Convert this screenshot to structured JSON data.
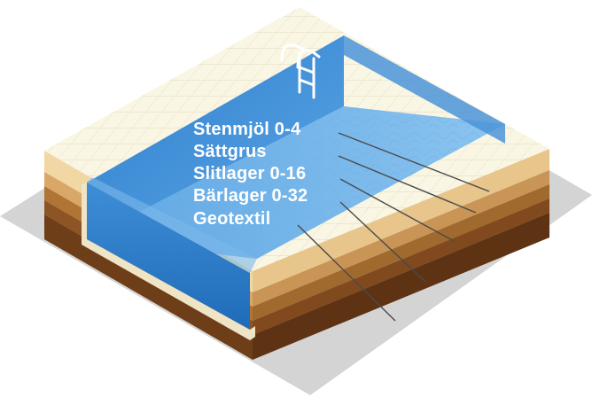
{
  "diagram": {
    "layers": [
      {
        "label": "Stenmjöl 0-4",
        "color": "#f1d7a4"
      },
      {
        "label": "Sättgrus",
        "color": "#d9a868"
      },
      {
        "label": "Slitlager 0-16",
        "color": "#b07434"
      },
      {
        "label": "Bärlager 0-32",
        "color": "#8e5524"
      },
      {
        "label": "Geotextil",
        "color": "#6e3e18"
      }
    ],
    "colors": {
      "tile": "#faf6e4",
      "water": "#2b79c8",
      "shadow": "#d4d4d4",
      "leader_line": "#4a4a4a",
      "label_text": "#ffffff"
    }
  }
}
